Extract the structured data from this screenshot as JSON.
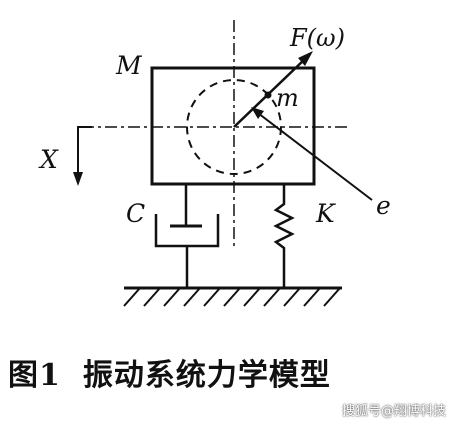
{
  "labels": {
    "mass": "M",
    "force": "F(ω)",
    "eccentric_mass": "m",
    "displacement": "X",
    "damping": "C",
    "stiffness": "K",
    "eccentricity": "e"
  },
  "caption": {
    "number": "图1",
    "title": "振动系统力学模型"
  },
  "watermark": "搜狐号@翔博科技"
}
